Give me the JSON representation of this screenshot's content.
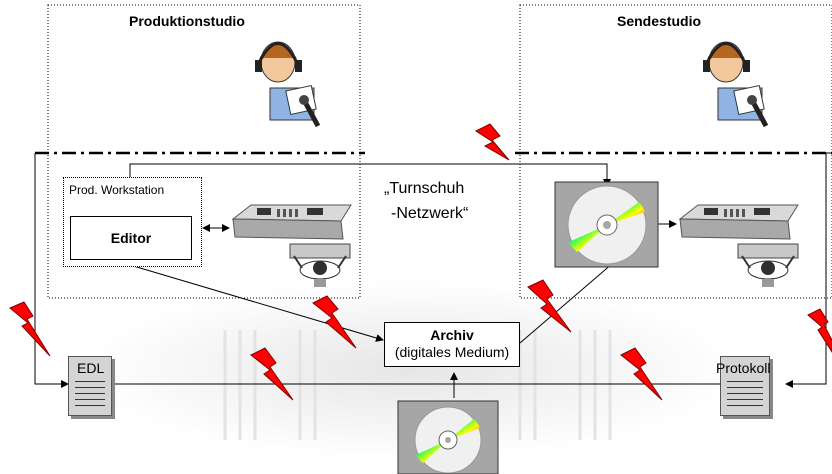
{
  "studios": {
    "production": {
      "title": "Produktionstudio"
    },
    "broadcast": {
      "title": "Sendestudio"
    }
  },
  "workstation": {
    "label": "Prod. Workstation",
    "editor": "Editor"
  },
  "network": {
    "line1": "„Turnschuh",
    "line2": "-Netzwerk“"
  },
  "archive": {
    "title": "Archiv",
    "subtitle": "(digitales Medium)"
  },
  "documents": {
    "edl": "EDL",
    "protocol": "Protokoll"
  },
  "colors": {
    "lightning": "#ff0000",
    "lightning_outline": "#800000",
    "disc_box": "#a6a6a6",
    "doc_fill": "#d4d4d4"
  },
  "icons": [
    "person-headset-icon",
    "mixing-console-icon",
    "operator-top-view-icon",
    "cd-disc-icon",
    "document-icon",
    "lightning-icon"
  ]
}
